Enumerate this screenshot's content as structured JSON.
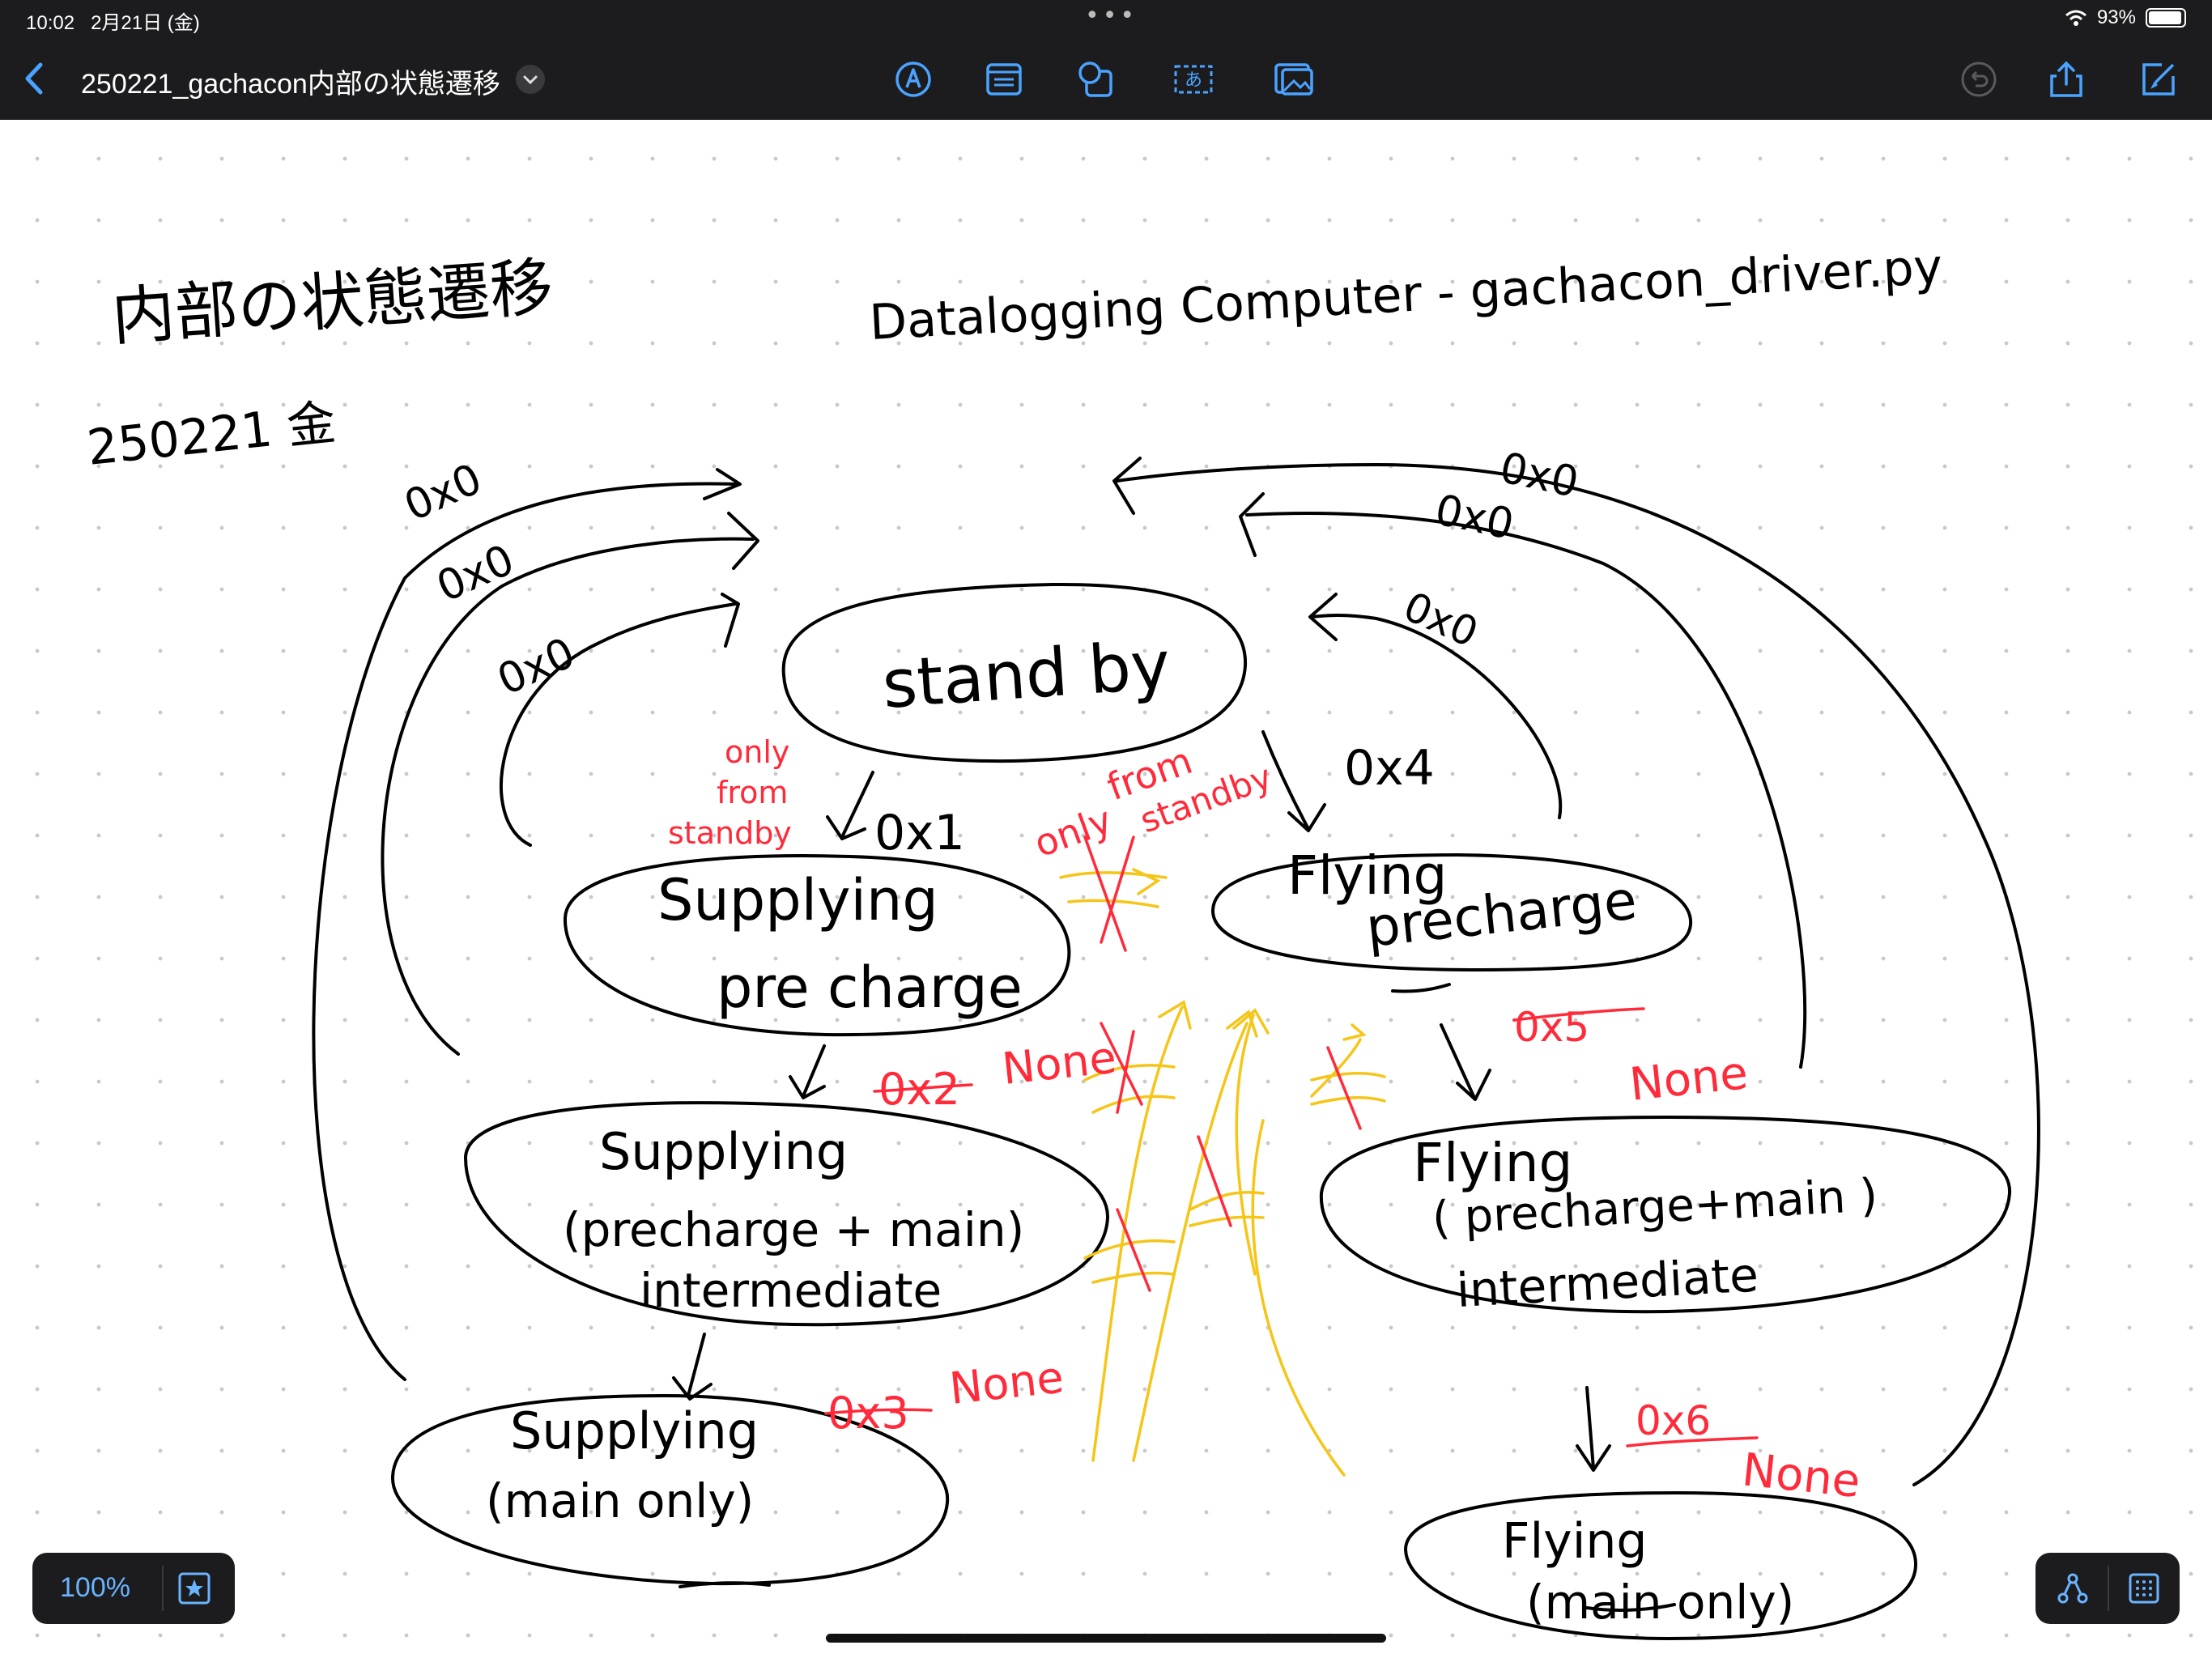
{
  "status_bar": {
    "time": "10:02",
    "date": "2月21日 (金)",
    "battery": "93%"
  },
  "toolbar": {
    "title": "250221_gachacon内部の状態遷移",
    "icons": [
      "back-icon",
      "chevron-down-icon",
      "pen-tool-icon",
      "text-box-icon",
      "shapes-icon",
      "japanese-text-icon",
      "image-icon",
      "undo-icon",
      "share-icon",
      "compose-icon"
    ]
  },
  "note": {
    "title": "内部の状態遷移",
    "date": "250221 金",
    "reference": "Datalogging Computer - gachacon_driver.py",
    "states": {
      "standby": "stand by",
      "supplying_pre_1": "Supplying",
      "supplying_pre_2": "pre charge",
      "supplying_mid_1": "Supplying",
      "supplying_mid_2": "(precharge + main)",
      "supplying_mid_3": "intermediate",
      "supplying_main_1": "Supplying",
      "supplying_main_2": "(main only)",
      "flying_pre_1": "Flying",
      "flying_pre_2": "precharge",
      "flying_mid_1": "Flying",
      "flying_mid_2": "( precharge+main )",
      "flying_mid_3": "intermediate",
      "flying_main_1": "Flying",
      "flying_main_2": "(main only)"
    },
    "transitions": {
      "to_supplying": "0x1",
      "to_flying": "0x4",
      "return_0": "0x0",
      "struck_2": "0x2",
      "struck_3": "0x3",
      "struck_5": "0x5",
      "struck_6": "0x6"
    },
    "red_notes": {
      "only_from_standby_1": "only",
      "only_from_standby_2": "from",
      "only_from_standby_3": "standby",
      "only_from_standby_center_1": "only",
      "only_from_standby_center_2": "from",
      "only_from_standby_center_3": "standby",
      "none": "None"
    }
  },
  "bottom_bar": {
    "zoom": "100%"
  },
  "colors": {
    "ink": "#000000",
    "red": "#ff2a3a",
    "yellow": "#f5c518",
    "accent": "#6ab4ff",
    "chrome": "#1c1c1e"
  }
}
